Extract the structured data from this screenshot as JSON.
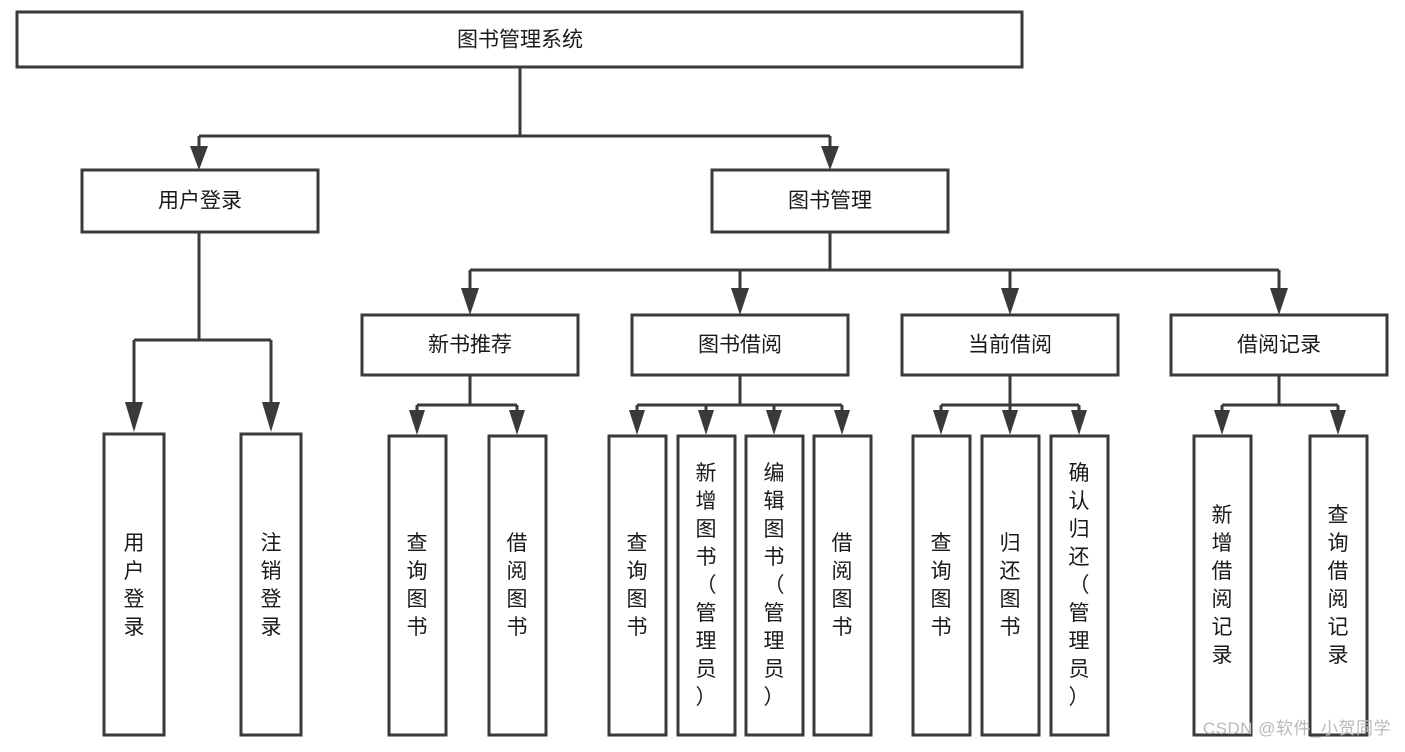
{
  "diagram": {
    "type": "tree",
    "title": "图书管理系统",
    "watermark": "CSDN @软件_小贺同学",
    "colors": {
      "box_stroke": "#3a3a3a",
      "box_fill": "#ffffff",
      "text": "#1a1a1a",
      "background": "#ffffff",
      "watermark": "#b9b9b9"
    },
    "levels": {
      "root": {
        "label": "图书管理系统"
      },
      "level2": [
        {
          "label": "用户登录"
        },
        {
          "label": "图书管理"
        }
      ],
      "level3": [
        {
          "label": "新书推荐"
        },
        {
          "label": "图书借阅"
        },
        {
          "label": "当前借阅"
        },
        {
          "label": "借阅记录"
        }
      ],
      "leaves": {
        "user_login": [
          {
            "label": "用户登录"
          },
          {
            "label": "注销登录"
          }
        ],
        "new_book_recommend": [
          {
            "label": "查询图书"
          },
          {
            "label": "借阅图书"
          }
        ],
        "book_borrow": [
          {
            "label": "查询图书"
          },
          {
            "label": "新增图书（管理员）"
          },
          {
            "label": "编辑图书（管理员）"
          },
          {
            "label": "借阅图书"
          }
        ],
        "current_borrow": [
          {
            "label": "查询图书"
          },
          {
            "label": "归还图书"
          },
          {
            "label": "确认归还（管理员）"
          }
        ],
        "borrow_record": [
          {
            "label": "新增借阅记录"
          },
          {
            "label": "查询借阅记录"
          }
        ]
      }
    }
  }
}
